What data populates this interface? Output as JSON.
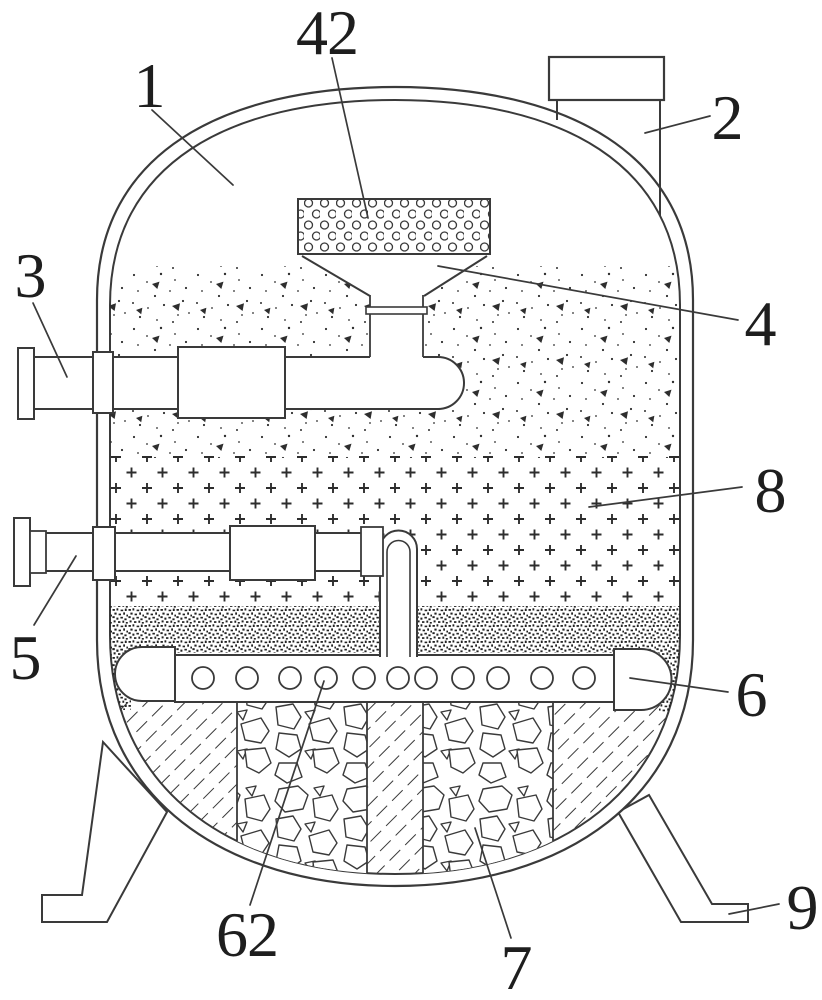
{
  "figure": {
    "type": "patent-technical-diagram",
    "subject": "filtration tank cross-section",
    "background_color": "#ffffff",
    "line_color": "#3a3a3a",
    "reference_labels": [
      {
        "ref": "1",
        "points_to": "tank-shell"
      },
      {
        "ref": "42",
        "points_to": "perforated-distributor-plate"
      },
      {
        "ref": "2",
        "points_to": "top-inlet-pipe"
      },
      {
        "ref": "3",
        "points_to": "upper-side-pipe"
      },
      {
        "ref": "4",
        "points_to": "funnel-hopper"
      },
      {
        "ref": "8",
        "points_to": "middle-media-layer"
      },
      {
        "ref": "5",
        "points_to": "lower-side-pipe"
      },
      {
        "ref": "6",
        "points_to": "perforated-collector-pipe"
      },
      {
        "ref": "62",
        "points_to": "collector-pipe-holes"
      },
      {
        "ref": "7",
        "points_to": "gravel-bed"
      },
      {
        "ref": "9",
        "points_to": "support-leg-foot"
      }
    ]
  }
}
